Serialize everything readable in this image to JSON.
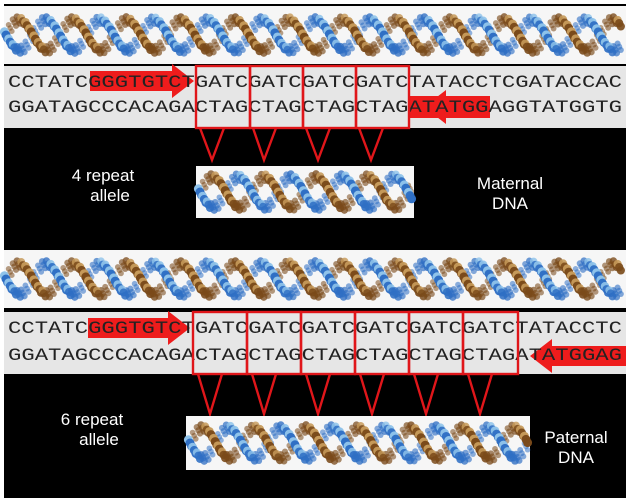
{
  "panels": [
    {
      "id": "maternal",
      "top_strand": "CCTATCGGGTGTCTGATCGATCGATCGATCTATACCTCGATACCAC",
      "bottom_strand": "GGATAGCCCACAGACTAGCTAGCTAGCTAGATATGGAGGTATGGTG",
      "repeat_unit_top": "GATC",
      "repeat_unit_bottom": "CTAG",
      "repeat_count": 4,
      "allele_label_line1": "4 repeat",
      "allele_label_line2": "allele",
      "source_label_line1": "Maternal",
      "source_label_line2": "DNA"
    },
    {
      "id": "paternal",
      "top_strand": "CCTATCGGGTGTCTGATCGATCGATCGATCGATCGATCTATACCTC",
      "bottom_strand": "GGATAGCCCACAGACTAGCTAGCTAGCTAGCTAGCTAGATATGGAG",
      "repeat_unit_top": "GATC",
      "repeat_unit_bottom": "CTAG",
      "repeat_count": 6,
      "allele_label_line1": "6 repeat",
      "allele_label_line2": "allele",
      "source_label_line1": "Paternal",
      "source_label_line2": "DNA"
    }
  ],
  "colors": {
    "background": "#000000",
    "sequence_band": "#e6e6e6",
    "primer_red": "#ee1c1c",
    "repeat_box_red": "#e0161a",
    "sequence_text": "#222222",
    "helix_blue": "#2f6fc4",
    "helix_light_blue": "#8fc3ea",
    "helix_brown": "#7a4a1a",
    "helix_tan": "#c69a5a"
  },
  "icons": [
    "dna-helix-icon",
    "forward-primer-arrow-icon",
    "reverse-primer-arrow-icon"
  ]
}
